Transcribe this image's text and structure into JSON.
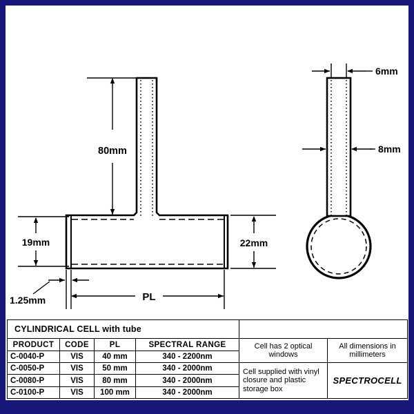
{
  "page": {
    "border_color": "#17177a",
    "sheet_color": "#ffffff",
    "line_color": "#000000"
  },
  "drawings": {
    "side_view": {
      "name": "cylindrical-cell-with-tube-side-view",
      "dimensions": {
        "tube_length": "80mm",
        "body_height_inner": "19mm",
        "body_height_outer": "22mm",
        "wall_thickness": "1.25mm",
        "path_length": "PL"
      }
    },
    "end_view": {
      "name": "cylindrical-cell-end-view",
      "dimensions": {
        "tube_bore": "6mm",
        "tube_outer": "8mm"
      }
    }
  },
  "title_block": {
    "title": "CYLINDRICAL CELL with tube",
    "columns": [
      "PRODUCT",
      "CODE",
      "PL",
      "SPECTRAL  RANGE"
    ],
    "rows": [
      {
        "product": "C-0040-P",
        "code": "VIS",
        "pl": "40 mm",
        "range": "340 - 2200nm"
      },
      {
        "product": "C-0050-P",
        "code": "VIS",
        "pl": "50 mm",
        "range": "340 - 2000nm"
      },
      {
        "product": "C-0080-P",
        "code": "VIS",
        "pl": "80 mm",
        "range": "340 - 2000nm"
      },
      {
        "product": "C-0100-P",
        "code": "VIS",
        "pl": "100 mm",
        "range": "340 - 2000nm"
      }
    ],
    "notes": {
      "note1": "Cell has 2 optical windows",
      "note2": "Cell supplied with vinyl closure and plastic storage box",
      "units": "All dimensions in millimeters",
      "brand": "SPECTROCELL"
    }
  }
}
